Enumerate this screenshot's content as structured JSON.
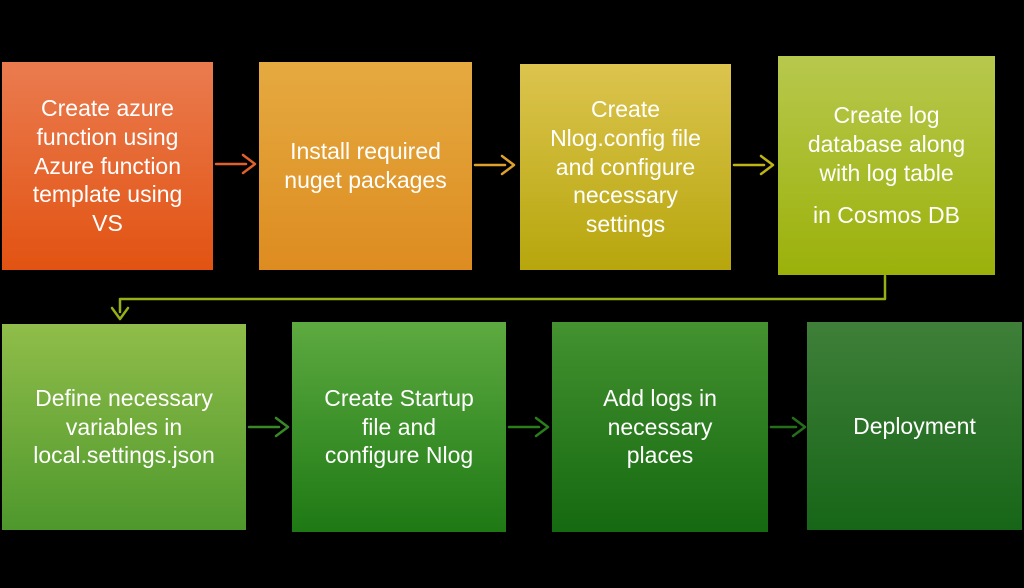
{
  "background": "#000000",
  "text_color": "#ffffff",
  "steps": [
    {
      "label": "Create azure\nfunction using\nAzure function\ntemplate using\nVS",
      "color_top": "#EA7B4F",
      "color_bottom": "#E25312"
    },
    {
      "label": "Install required\nnuget packages",
      "color_top": "#E5AA40",
      "color_bottom": "#DD8C20"
    },
    {
      "label": "Create\nNlog.config file\nand configure\nnecessary\nsettings",
      "color_top": "#DCC44E",
      "color_bottom": "#B7A60C"
    },
    {
      "label": "Create log\ndatabase along\nwith log table",
      "label2": "in Cosmos DB",
      "color_top": "#B7C84D",
      "color_bottom": "#9BB10A"
    },
    {
      "label": "Define necessary\nvariables in\nlocal.settings.json",
      "color_top": "#90BD4A",
      "color_bottom": "#4E982C"
    },
    {
      "label": "Create Startup\nfile and\nconfigure Nlog",
      "color_top": "#5DAA40",
      "color_bottom": "#1E7914"
    },
    {
      "label": "Add logs in\nnecessary\nplaces",
      "color_top": "#449230",
      "color_bottom": "#156910"
    },
    {
      "label": "Deployment",
      "color_top": "#3F7F39",
      "color_bottom": "#176618"
    }
  ],
  "connectors": [
    {
      "from": "step-1",
      "to": "step-2",
      "color": "#E2612B"
    },
    {
      "from": "step-2",
      "to": "step-3",
      "color": "#DEA22C"
    },
    {
      "from": "step-3",
      "to": "step-4",
      "color": "#BEB414"
    },
    {
      "from": "step-4",
      "to": "step-5",
      "color": "#94B014"
    },
    {
      "from": "step-5",
      "to": "step-6",
      "color": "#388828"
    },
    {
      "from": "step-6",
      "to": "step-7",
      "color": "#2B7C1B"
    },
    {
      "from": "step-7",
      "to": "step-8",
      "color": "#256F19"
    }
  ]
}
